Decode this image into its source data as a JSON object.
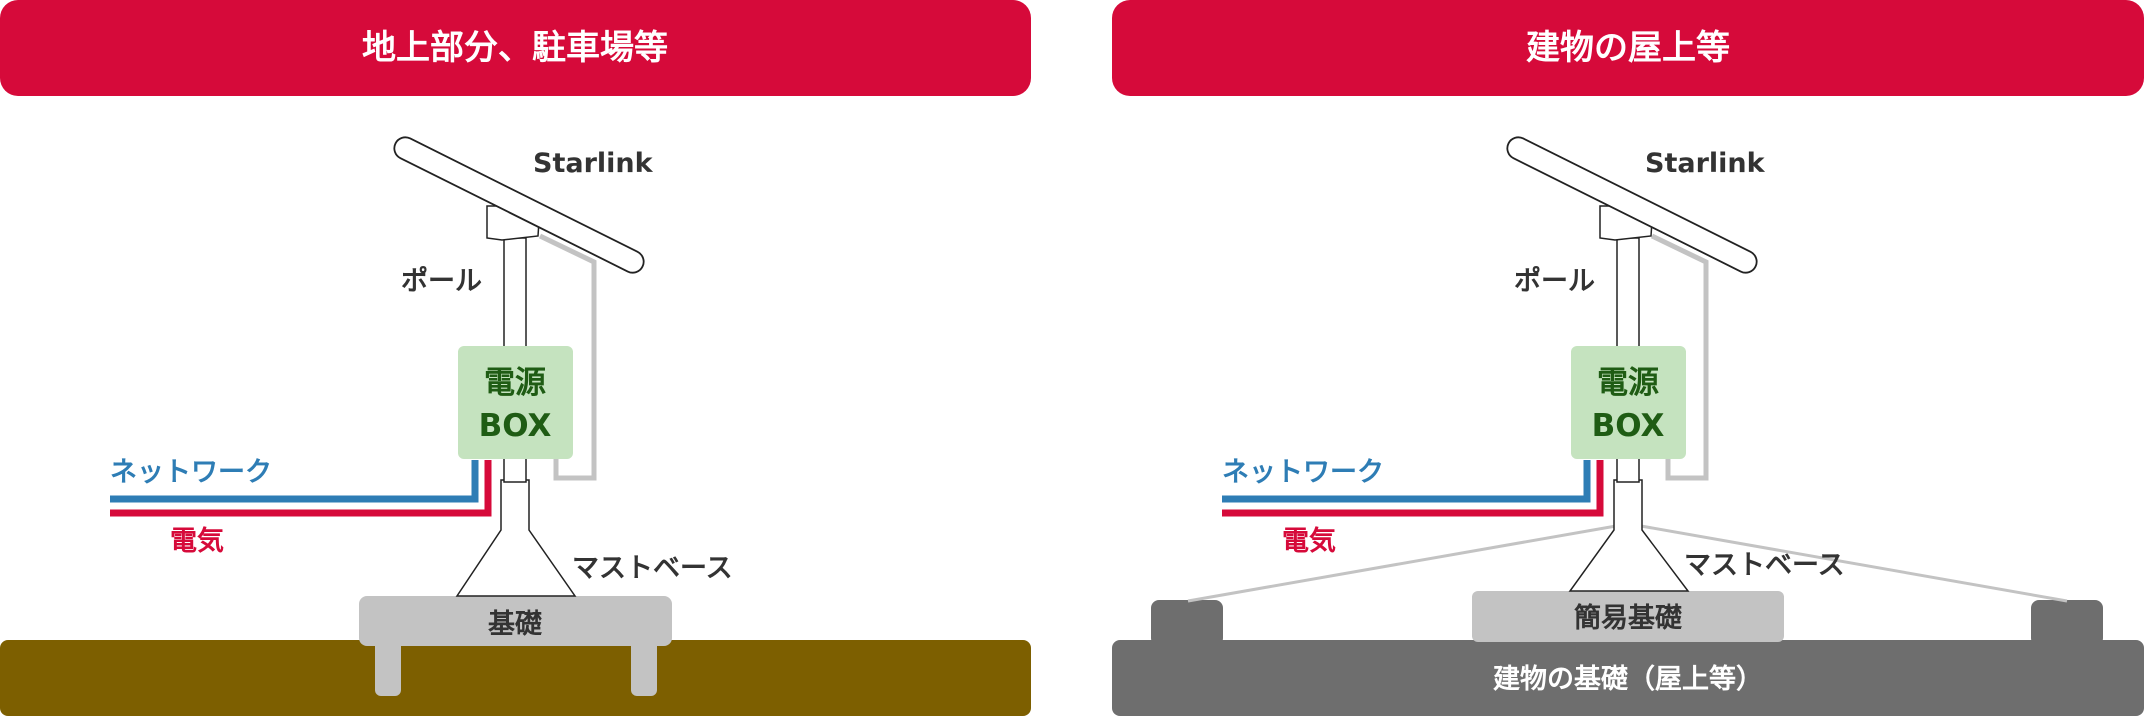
{
  "colors": {
    "header": "#d60a3a",
    "network": "#2e7db5",
    "electric": "#d60a3a",
    "cable": "#c3c3c3",
    "box_fill": "#c5e3bf",
    "box_text": "#1f5c14",
    "ground": "#7d5f00",
    "foundation": "#c3c3c3",
    "roof": "#6e6e6e"
  },
  "left": {
    "title": "地上部分、駐車場等",
    "starlink": "Starlink",
    "pole": "ポール",
    "box_line1": "電源",
    "box_line2": "BOX",
    "network": "ネットワーク",
    "electric": "電気",
    "mast_base": "マストベース",
    "foundation": "基礎"
  },
  "right": {
    "title": "建物の屋上等",
    "starlink": "Starlink",
    "pole": "ポール",
    "box_line1": "電源",
    "box_line2": "BOX",
    "network": "ネットワーク",
    "electric": "電気",
    "mast_base": "マストベース",
    "foundation": "簡易基礎",
    "building_base": "建物の基礎（屋上等）"
  }
}
